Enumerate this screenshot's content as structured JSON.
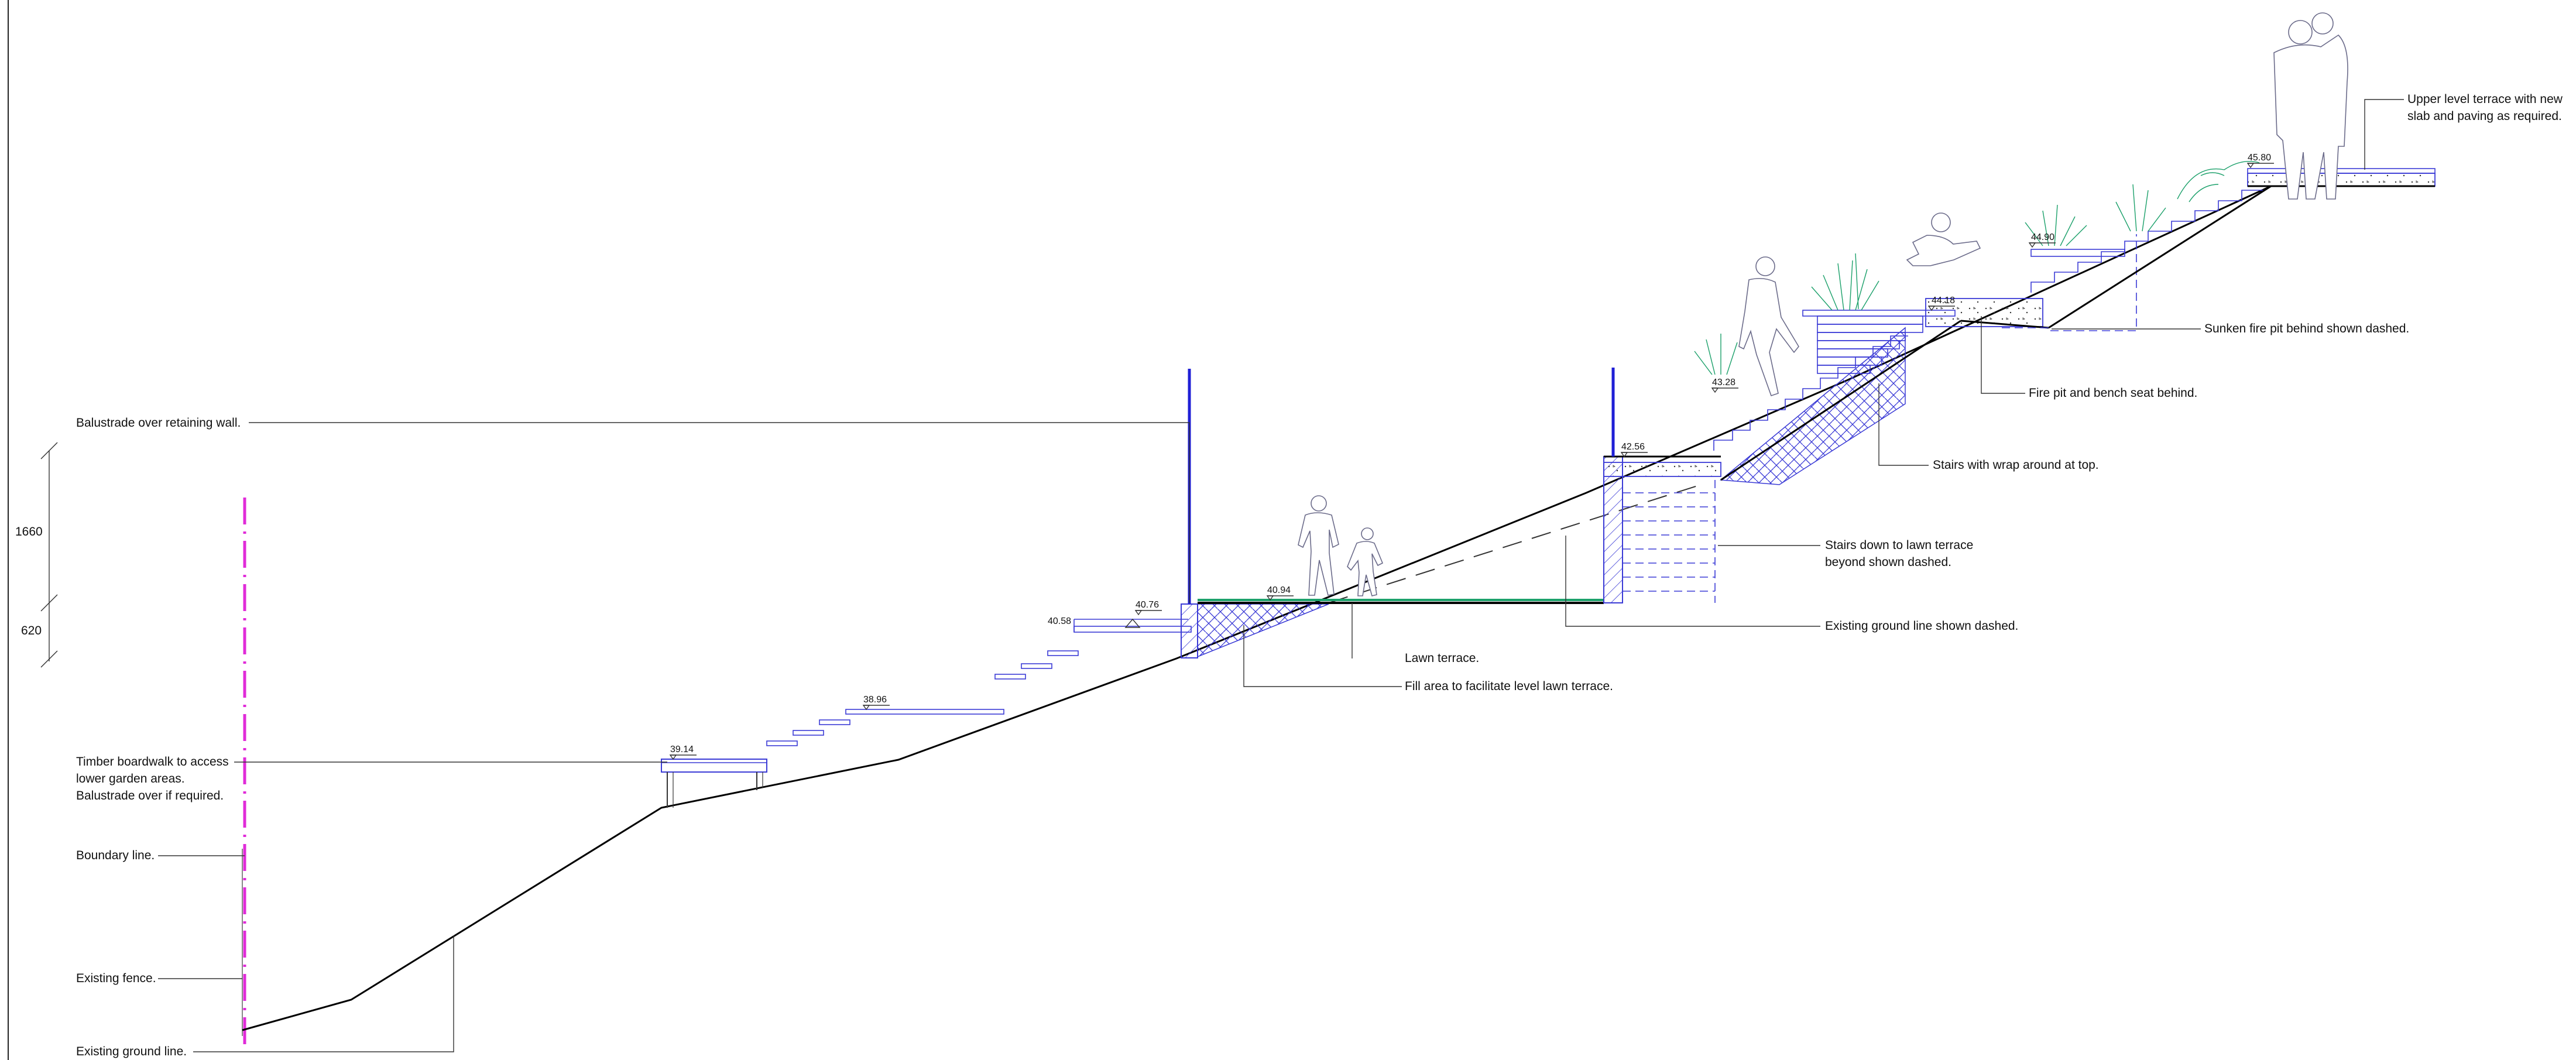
{
  "colors": {
    "ground": "#000000",
    "structure": "#3b3bd6",
    "boundary": "#e02bd8",
    "lawn": "#1ba06a",
    "text": "#111111"
  },
  "dimensions": {
    "upper": "1660",
    "lower": "620"
  },
  "levels": {
    "l3914": "39.14",
    "l3896": "38.96",
    "l4058": "40.58",
    "l4076": "40.76",
    "l4094": "40.94",
    "l4256": "42.56",
    "l4328": "43.28",
    "l4418": "44.18",
    "l4490": "44.90",
    "l4580": "45.80"
  },
  "annotations": {
    "balustrade": "Balustrade over retaining wall.",
    "boardwalk_1": "Timber boardwalk to access",
    "boardwalk_2": "lower garden areas.",
    "boardwalk_3": "Balustrade over if required.",
    "boundary": "Boundary line.",
    "fence": "Existing fence.",
    "ground_line": "Existing ground line.",
    "lawn": "Lawn terrace.",
    "fill": "Fill area to facilitate level lawn terrace.",
    "existing_dashed": "Existing ground line shown dashed.",
    "stairs_down_1": "Stairs down to lawn terrace",
    "stairs_down_2": "beyond shown dashed.",
    "stairs_wrap": "Stairs with wrap around at top.",
    "fire_pit": "Fire pit and bench seat behind.",
    "sunken": "Sunken fire pit behind shown dashed.",
    "upper_1": "Upper level terrace with new",
    "upper_2": "slab and paving as required."
  }
}
